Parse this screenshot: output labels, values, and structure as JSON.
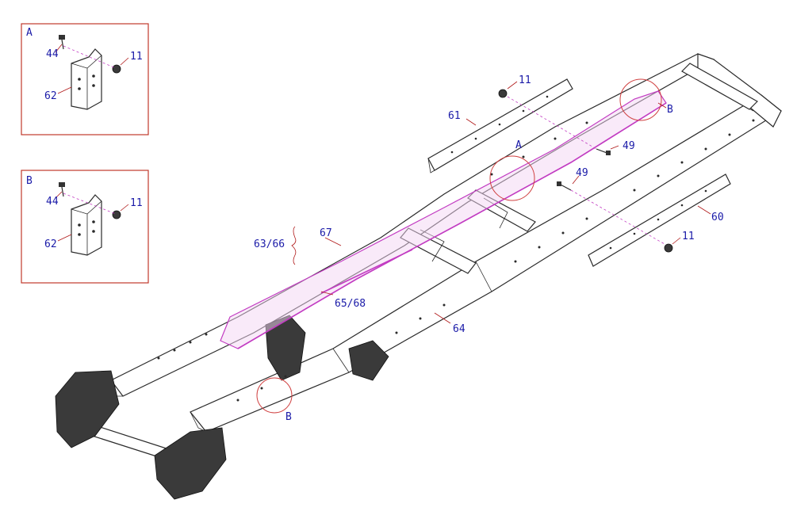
{
  "detail_a": {
    "title": "A",
    "labels": {
      "bolt": "44",
      "nut": "11",
      "bracket": "62"
    }
  },
  "detail_b": {
    "title": "B",
    "labels": {
      "bolt": "44",
      "nut": "11",
      "bracket": "62"
    }
  },
  "main_callouts": {
    "n11_top": "11",
    "n61": "61",
    "letter_b_top": "B",
    "letter_a": "A",
    "n49_upper": "49",
    "n49_lower": "49",
    "n60": "60",
    "n11_right": "11",
    "n67": "67",
    "n63_66": "63/66",
    "n65_68": "65/68",
    "n64": "64",
    "letter_b_bottom": "B"
  },
  "colors": {
    "callout_text": "#1a1aa8",
    "highlight": "#c23cc2",
    "detail_border": "#c0392b",
    "leader": "#b01818"
  }
}
